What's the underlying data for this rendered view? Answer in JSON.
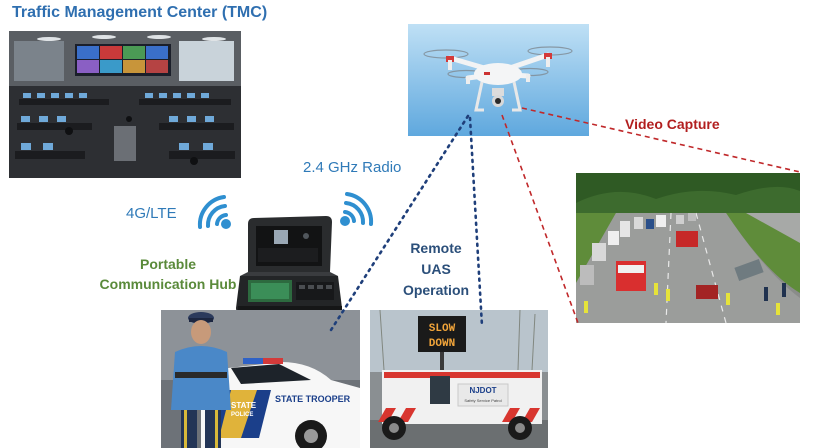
{
  "labels": {
    "tmc_title": "Traffic Management Center (TMC)",
    "lte": "4G/LTE",
    "radio": "2.4 GHz Radio",
    "hub_line1": "Portable",
    "hub_line2": "Communication Hub",
    "uas_line1": "Remote",
    "uas_line2": "UAS",
    "uas_line3": "Operation",
    "video_capture": "Video Capture"
  },
  "sign_text": {
    "line1": "SLOW",
    "line2": "DOWN"
  },
  "vehicle_text": {
    "trooper": "STATE TROOPER",
    "police_badge_1": "STATE",
    "police_badge_2": "POLICE",
    "truck_1": "NJDOT",
    "truck_2": "Safety Service Patrol"
  },
  "colors": {
    "tmc_title": "#2f6fb0",
    "wireless": "#2f7ab8",
    "hub": "#5a8a3a",
    "uas": "#2b4f7a",
    "video": "#b21f1f",
    "uas_link": "#1f3f7a"
  },
  "icons": [
    "wifi-icon-lte",
    "wifi-icon-radio"
  ]
}
